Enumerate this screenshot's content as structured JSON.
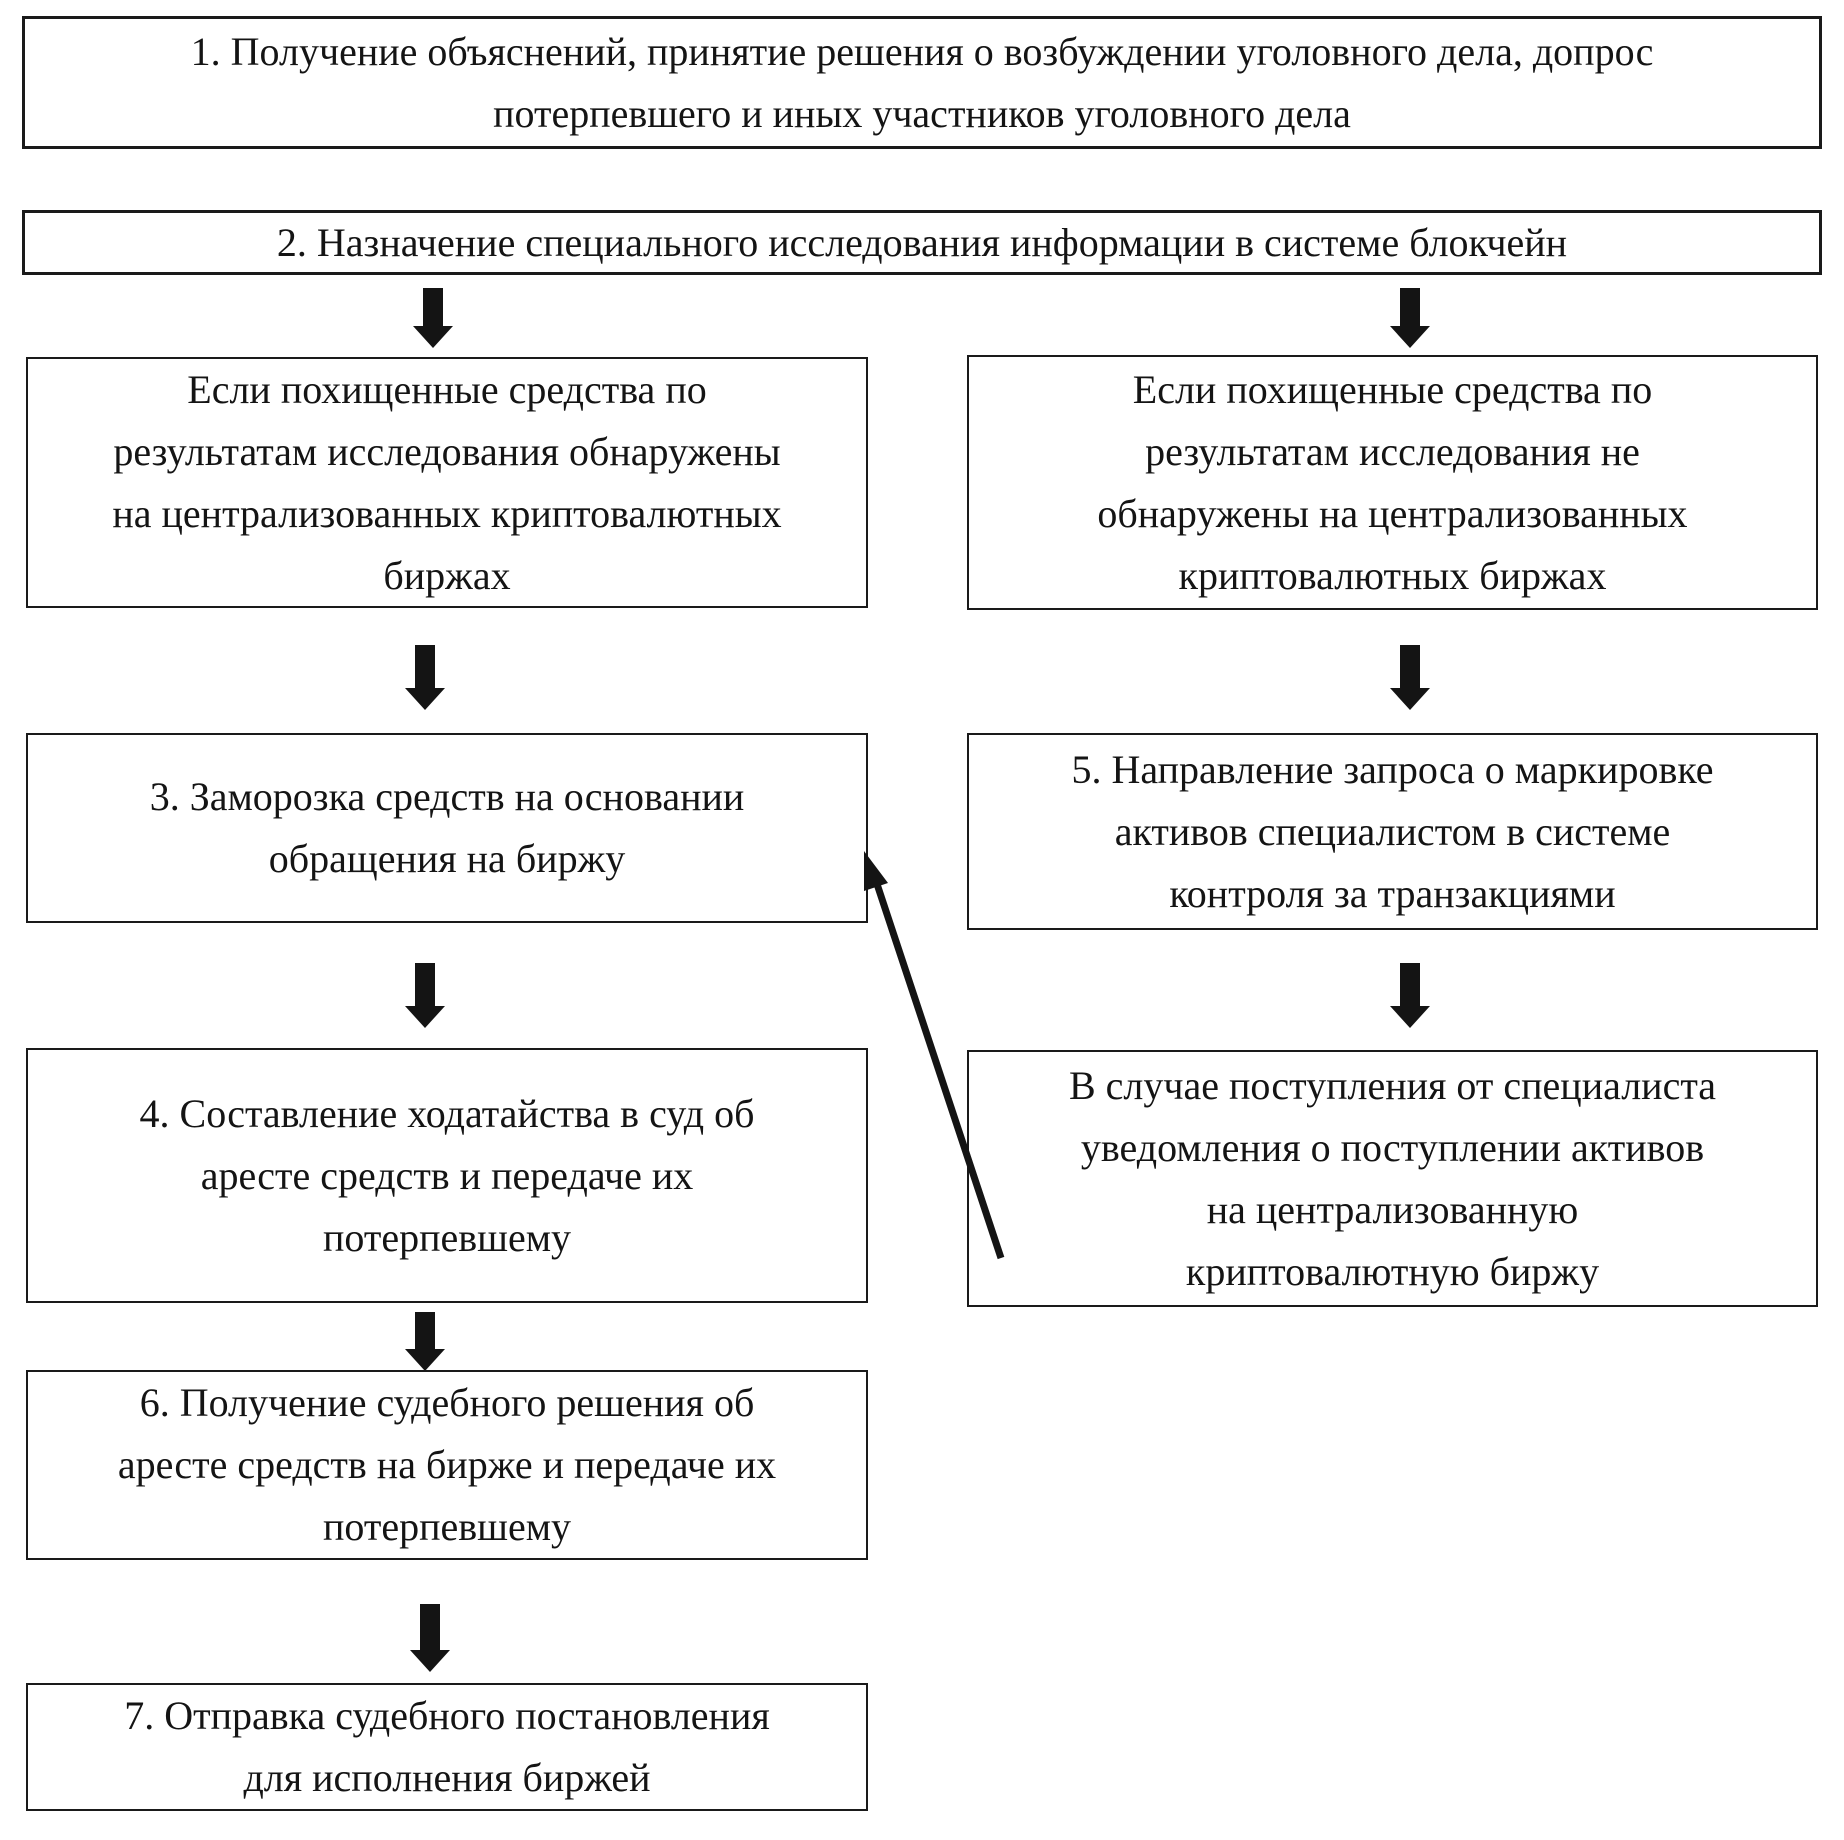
{
  "colors": {
    "ink": "#141414",
    "background": "#ffffff"
  },
  "diagram": {
    "step1": {
      "lines": [
        "1. Получение объяснений, принятие решения о возбуждении уголовного дела, допрос",
        "потерпевшего и иных участников уголовного дела"
      ]
    },
    "step2": {
      "lines": [
        "2. Назначение специального исследования информации в системе блокчейн"
      ]
    },
    "cond_found": {
      "lines": [
        "Если похищенные средства по",
        "результатам исследования обнаружены",
        "на централизованных криптовалютных",
        "биржах"
      ]
    },
    "cond_not_found": {
      "lines": [
        "Если похищенные средства по",
        "результатам исследования не",
        "обнаружены на централизованных",
        "криптовалютных биржах"
      ]
    },
    "step3": {
      "lines": [
        "3. Заморозка средств на основании",
        "обращения на биржу"
      ]
    },
    "step5": {
      "lines": [
        "5. Направление запроса о маркировке",
        "активов специалистом в системе",
        "контроля за транзакциями"
      ]
    },
    "step4": {
      "lines": [
        "4. Составление ходатайства в суд об",
        "аресте средств и передаче их",
        "потерпевшему"
      ]
    },
    "case_notice": {
      "lines": [
        "В случае поступления от специалиста",
        "уведомления о поступлении активов",
        "на централизованную",
        "криптовалютную биржу"
      ]
    },
    "step6": {
      "lines": [
        "6. Получение судебного решения об",
        "аресте средств на бирже и передаче их",
        "потерпевшему"
      ]
    },
    "step7": {
      "lines": [
        "7. Отправка судебного постановления",
        "для исполнения биржей"
      ]
    }
  }
}
